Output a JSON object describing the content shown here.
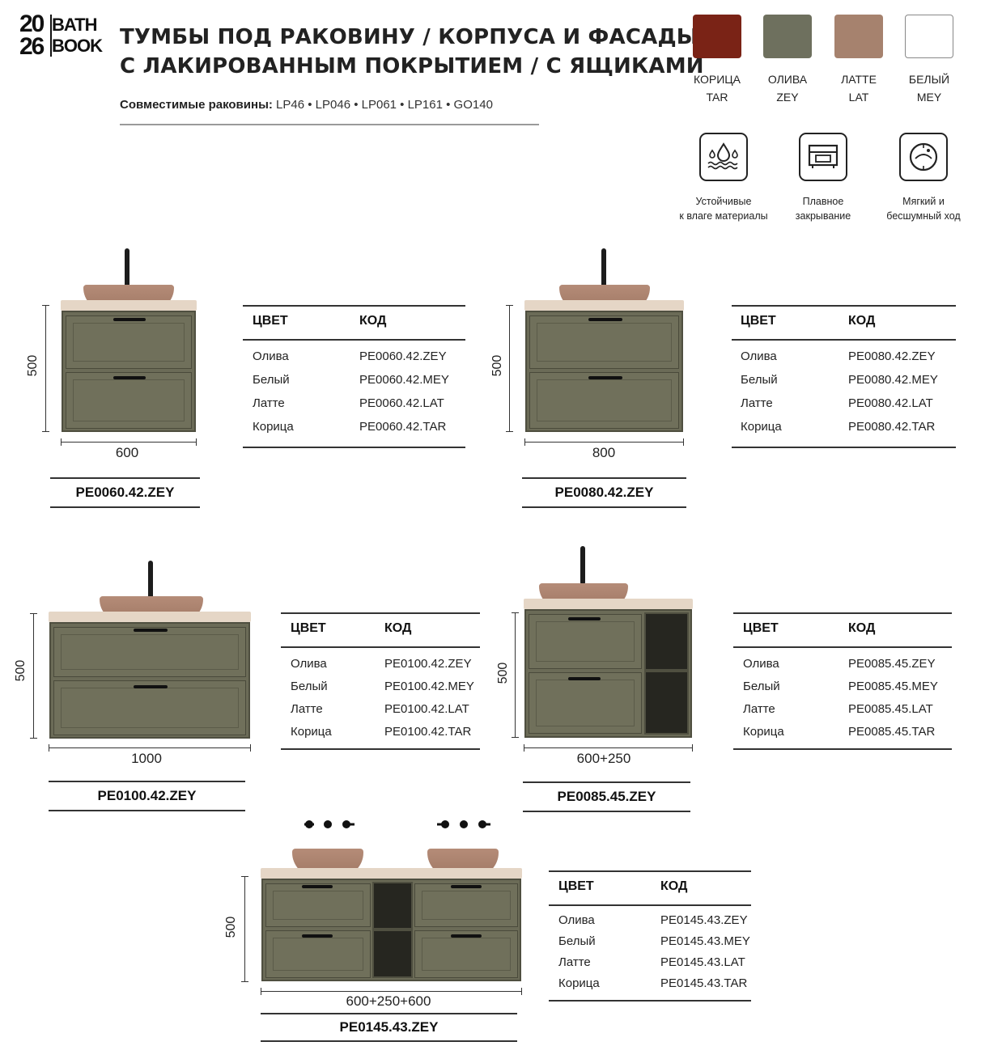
{
  "logo": {
    "num_top": "20",
    "num_bottom": "26",
    "word_top": "BATH",
    "word_bottom": "BOOK"
  },
  "title": {
    "line1": "ТУМБЫ ПОД РАКОВИНУ / КОРПУСА И ФАСАДЫ",
    "line2": "С ЛАКИРОВАННЫМ ПОКРЫТИЕМ / С ЯЩИКАМИ"
  },
  "compat": {
    "label": "Совместимые раковины:",
    "value": "LP46 • LP046 • LP061 • LP161 • GO140"
  },
  "colors": [
    {
      "name": "КОРИЦА",
      "code": "TAR",
      "hex": "#7a2316"
    },
    {
      "name": "ОЛИВА",
      "code": "ZEY",
      "hex": "#6e705e"
    },
    {
      "name": "ЛАТТЕ",
      "code": "LAT",
      "hex": "#a6826e"
    },
    {
      "name": "БЕЛЫЙ",
      "code": "MEY",
      "hex": "#ffffff"
    }
  ],
  "features": [
    {
      "icon": "moisture-resistant-icon",
      "line1": "Устойчивые",
      "line2": "к влаге материалы"
    },
    {
      "icon": "soft-close-icon",
      "line1": "Плавное",
      "line2": "закрывание"
    },
    {
      "icon": "silent-glide-icon",
      "line1": "Мягкий и",
      "line2": "бесшумный ход"
    }
  ],
  "table_headers": {
    "color": "ЦВЕТ",
    "code": "КОД"
  },
  "products": [
    {
      "height": "500",
      "width": "600",
      "model": "PE0060.42.ZEY",
      "rows": [
        {
          "color": "Олива",
          "code": "PE0060.42.ZEY"
        },
        {
          "color": "Белый",
          "code": "PE0060.42.MEY"
        },
        {
          "color": "Латте",
          "code": "PE0060.42.LAT"
        },
        {
          "color": "Корица",
          "code": "PE0060.42.TAR"
        }
      ]
    },
    {
      "height": "500",
      "width": "800",
      "model": "PE0080.42.ZEY",
      "rows": [
        {
          "color": "Олива",
          "code": "PE0080.42.ZEY"
        },
        {
          "color": "Белый",
          "code": "PE0080.42.MEY"
        },
        {
          "color": "Латте",
          "code": "PE0080.42.LAT"
        },
        {
          "color": "Корица",
          "code": "PE0080.42.TAR"
        }
      ]
    },
    {
      "height": "500",
      "width": "1000",
      "model": "PE0100.42.ZEY",
      "rows": [
        {
          "color": "Олива",
          "code": "PE0100.42.ZEY"
        },
        {
          "color": "Белый",
          "code": "PE0100.42.MEY"
        },
        {
          "color": "Латте",
          "code": "PE0100.42.LAT"
        },
        {
          "color": "Корица",
          "code": "PE0100.42.TAR"
        }
      ]
    },
    {
      "height": "500",
      "width": "600+250",
      "model": "PE0085.45.ZEY",
      "rows": [
        {
          "color": "Олива",
          "code": "PE0085.45.ZEY"
        },
        {
          "color": "Белый",
          "code": "PE0085.45.MEY"
        },
        {
          "color": "Латте",
          "code": "PE0085.45.LAT"
        },
        {
          "color": "Корица",
          "code": "PE0085.45.TAR"
        }
      ]
    },
    {
      "height": "500",
      "width": "600+250+600",
      "model": "PE0145.43.ZEY",
      "rows": [
        {
          "color": "Олива",
          "code": "PE0145.43.ZEY"
        },
        {
          "color": "Белый",
          "code": "PE0145.43.MEY"
        },
        {
          "color": "Латте",
          "code": "PE0145.43.LAT"
        },
        {
          "color": "Корица",
          "code": "PE0145.43.TAR"
        }
      ]
    }
  ]
}
